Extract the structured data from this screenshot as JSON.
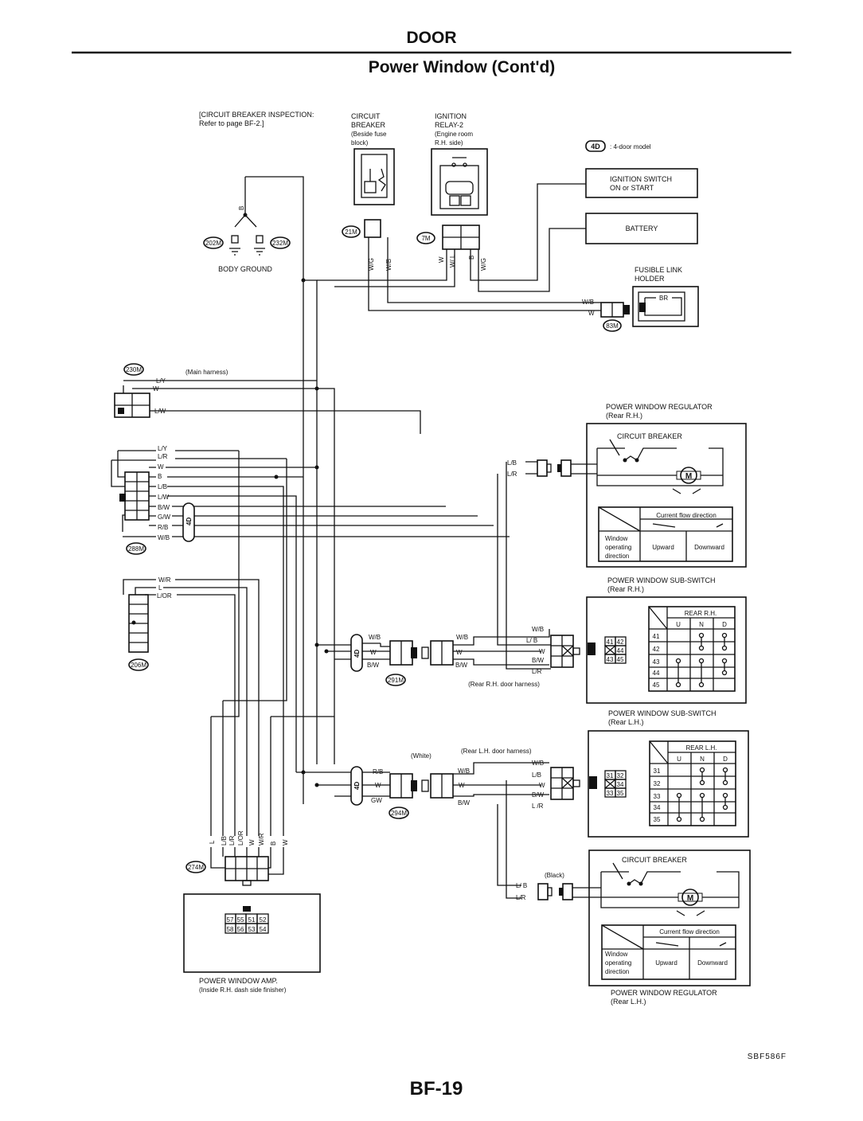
{
  "header": {
    "section": "DOOR",
    "title": "Power Window (Cont'd)"
  },
  "footer": {
    "page": "BF-19",
    "code": "SBF586F"
  },
  "labels": {
    "cb_inspection_1": "[CIRCUIT BREAKER INSPECTION:",
    "cb_inspection_2": "Refer to page BF-2.]",
    "cb_1": "CIRCUIT",
    "cb_2": "BREAKER",
    "cb_3": "(Beside fuse",
    "cb_4": "block)",
    "ir_1": "IGNITION",
    "ir_2": "RELAY-2",
    "ir_3": "(Engine room",
    "ir_4": "R.H. side)",
    "model_code": "4D",
    "model_text": ": 4-door model",
    "ign_sw_1": "IGNITION SWITCH",
    "ign_sw_2": "ON or START",
    "battery": "BATTERY",
    "fusible_1": "FUSIBLE LINK",
    "fusible_2": "HOLDER",
    "body_ground": "BODY GROUND",
    "main_harness": "(Main harness)",
    "reg_rr_1": "POWER WINDOW REGULATOR",
    "reg_rr_2": "(Rear R.H.)",
    "reg_rl_1": "POWER WINDOW REGULATOR",
    "reg_rl_2": "(Rear L.H.)",
    "circuit_breaker": "CIRCUIT BREAKER",
    "current_flow": "Current flow direction",
    "window_1": "Window",
    "window_2": "operating",
    "window_3": "direction",
    "upward": "Upward",
    "downward": "Downward",
    "sub_rr_1": "POWER WINDOW SUB-SWITCH",
    "sub_rr_2": "(Rear R.H.)",
    "sub_rl_1": "POWER WINDOW SUB-SWITCH",
    "sub_rl_2": "(Rear L.H.)",
    "rear_rh": "REAR R.H.",
    "rear_lh": "REAR L.H.",
    "u": "U",
    "n": "N",
    "d": "D",
    "rr_door_harness": "(Rear R.H. door harness)",
    "rl_door_harness": "(Rear L.H. door harness)",
    "white": "(White)",
    "black": "(Black)",
    "amp_1": "POWER WINDOW AMP.",
    "amp_2": "(Inside R.H. dash side finisher)",
    "motor": "M",
    "br": "BR"
  },
  "connectors": {
    "c202": "202M",
    "c232": "232M",
    "c21": "21M",
    "c7": "7M",
    "c83": "83M",
    "c230": "230M",
    "c288": "288M",
    "c206": "206M",
    "c291": "291M",
    "c294": "294M",
    "c274": "274M"
  },
  "wires": {
    "b": "B",
    "wg": "W/G",
    "wb": "W/B",
    "w": "W",
    "wl": "W/ L",
    "ly": "L/Y",
    "lw": "L/W",
    "lr": "L/R",
    "lb": "L/B",
    "bw": "B/W",
    "gw": "G/W",
    "rb": "R/B",
    "wr": "W/R",
    "l": "L",
    "lor": "L/OR",
    "lb2": "L/ B",
    "gw2": "GW",
    "lr2": "L /R"
  },
  "switch_rr": {
    "rows": [
      "41",
      "42",
      "43",
      "44",
      "45"
    ],
    "pins": [
      "41",
      "42",
      "44",
      "43",
      "45"
    ]
  },
  "switch_rl": {
    "rows": [
      "31",
      "32",
      "33",
      "34",
      "35"
    ],
    "pins": [
      "31",
      "32",
      "34",
      "33",
      "35"
    ]
  },
  "amp_pins": [
    "57",
    "55",
    "51",
    "52",
    "58",
    "56",
    "53",
    "54"
  ]
}
